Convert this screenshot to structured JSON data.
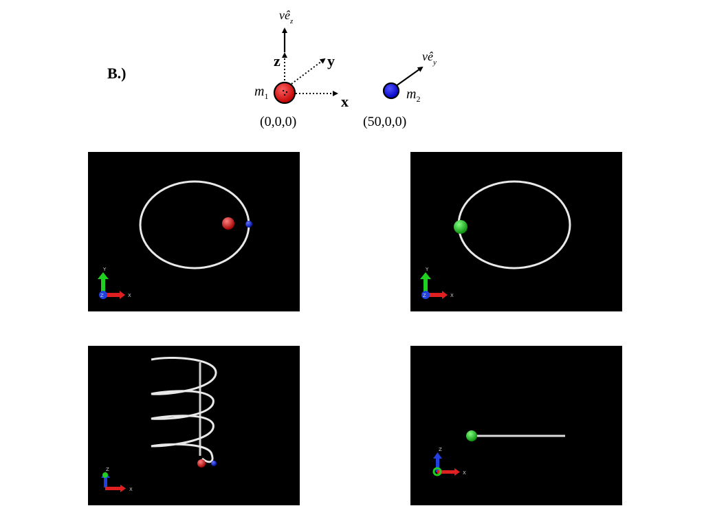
{
  "header": {
    "label": "B.)"
  },
  "schematic": {
    "axes": {
      "z": "z",
      "y": "y",
      "x": "x"
    },
    "mass1": {
      "symbol": "m",
      "subscript": "1",
      "position": "(0,0,0)",
      "velocity_main": "vê",
      "velocity_sub": "z"
    },
    "mass2": {
      "symbol": "m",
      "subscript": "2",
      "position": "(50,0,0)",
      "velocity_main": "vê",
      "velocity_sub": "y"
    }
  },
  "colors": {
    "mass1": "#e00000",
    "mass2": "#1a1ae6",
    "center_of_mass": "#22c022",
    "trail": "#e8e8e8",
    "panel_bg": "#000000",
    "axis_x": "#e02020",
    "axis_y": "#20d020",
    "axis_z": "#2040e0"
  },
  "panels": {
    "top_left": {
      "triad": {
        "a": "Y",
        "b": "X",
        "c": "Z"
      }
    },
    "top_right": {
      "triad": {
        "a": "Y",
        "b": "X",
        "c": "Z"
      }
    },
    "bottom_left": {
      "triad": {
        "a": "Z",
        "b": "X"
      }
    },
    "bottom_right": {
      "triad": {
        "a": "Z",
        "b": "X"
      }
    }
  }
}
